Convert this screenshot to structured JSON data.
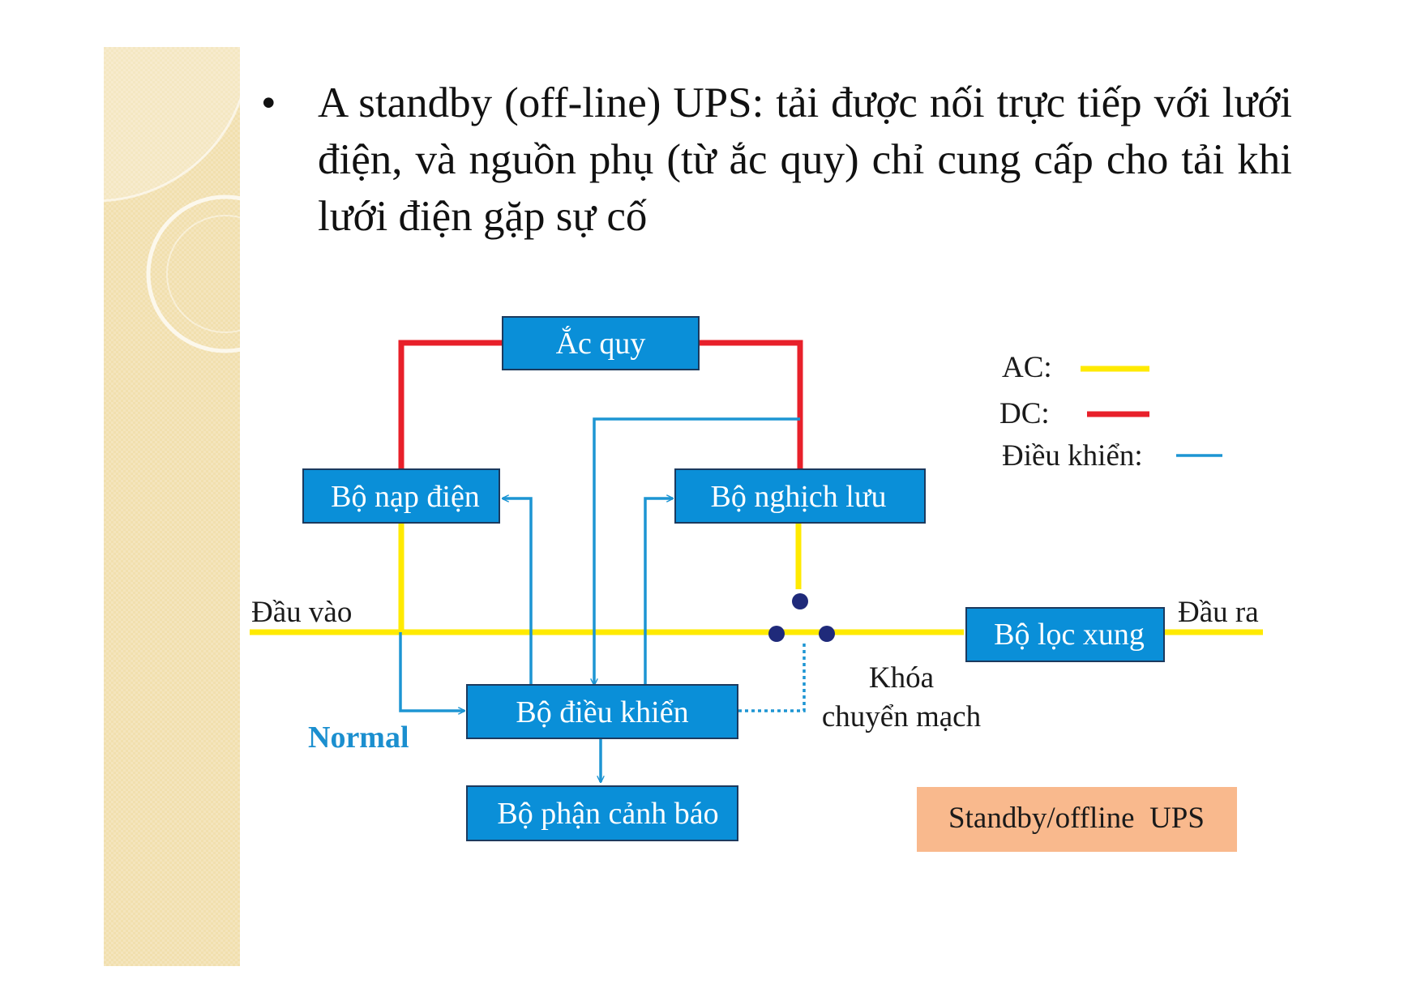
{
  "slide": {
    "bullet": "•",
    "text": "A standby (off-line) UPS: tải được nối trực tiếp với lưới điện, và nguồn phụ (từ ắc quy) chỉ cung cấp cho tải khi lưới điện gặp sự cố"
  },
  "diagram": {
    "blocks": {
      "battery": "Ắc quy",
      "charger": "Bộ nạp điện",
      "inverter": "Bộ nghịch lưu",
      "controller": "Bộ điều khiển",
      "alarm": "Bộ phận cảnh báo",
      "filter": "Bộ lọc xung"
    },
    "labels": {
      "input": "Đầu vào",
      "output": "Đầu ra",
      "switch_line1": "Khóa",
      "switch_line2": "chuyển mạch",
      "mode": "Normal",
      "title_box": "Standby/offline  UPS"
    },
    "legend": {
      "ac": "AC:",
      "dc": "DC:",
      "control": "Điều khiển:"
    }
  },
  "colors": {
    "ac_line": "#ffea00",
    "dc_line": "#e8202a",
    "control_line": "#1d95d3",
    "block_fill": "#0a8fd8",
    "node": "#1f2a7a",
    "title_box": "#f9b98d",
    "normal_text": "#1b8fcf"
  }
}
